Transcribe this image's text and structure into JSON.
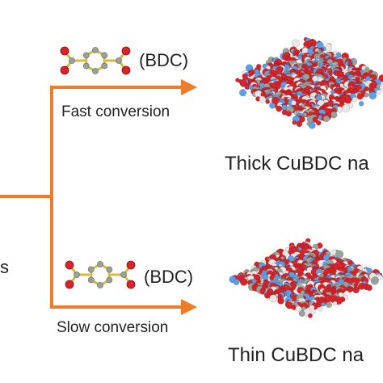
{
  "branch_top": {
    "linker_label": "(BDC)",
    "conversion_label": "Fast conversion",
    "product_label": "Thick CuBDC na"
  },
  "branch_bottom": {
    "linker_label": "(BDC)",
    "conversion_label": "Slow conversion",
    "product_label": "Thin CuBDC na"
  },
  "left_fragment": "s",
  "colors": {
    "arrow": "#f07c2a",
    "bond": "#d8b93a",
    "oxygen": "#d8232a",
    "carbon": "#9aa39a",
    "copper": "#5aa0e8"
  }
}
